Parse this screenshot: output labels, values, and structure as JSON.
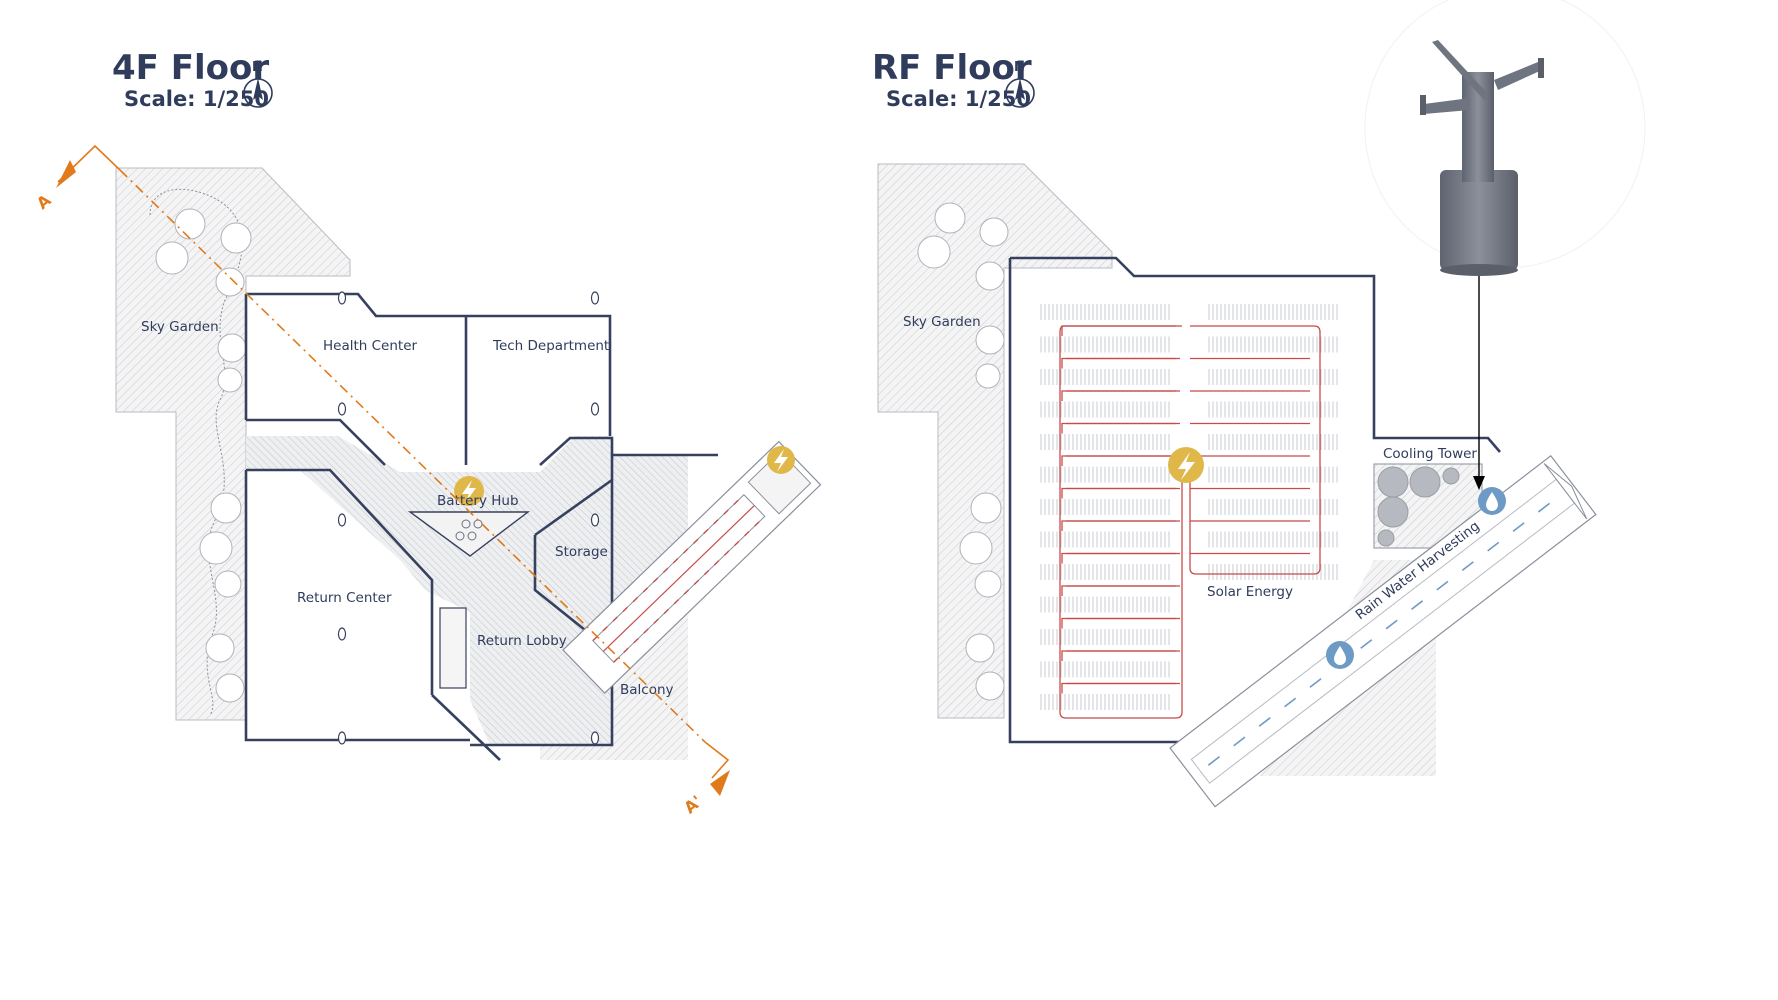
{
  "floor_4f": {
    "title": "4F Floor",
    "scale": "Scale: 1/250",
    "north": "N",
    "section_start": "A",
    "section_end": "A'",
    "rooms": {
      "sky_garden": "Sky Garden",
      "health_center": "Health Center",
      "tech_department": "Tech Department",
      "battery_hub": "Battery Hub",
      "storage": "Storage",
      "return_center": "Return Center",
      "return_lobby": "Return Lobby",
      "balcony": "Balcony"
    }
  },
  "floor_rf": {
    "title": "RF Floor",
    "scale": "Scale: 1/250",
    "north": "N",
    "rooms": {
      "sky_garden": "Sky Garden",
      "cooling_tower": "Cooling Tower",
      "solar_energy": "Solar Energy",
      "rain_water_harvesting": "Rain Water Harvesting"
    }
  },
  "colors": {
    "wall": "#37415f",
    "accent_energy": "#e0b84a",
    "section_line": "#e07a1a",
    "solar_grid": "#c84a4a",
    "water": "#6e9ac6"
  }
}
